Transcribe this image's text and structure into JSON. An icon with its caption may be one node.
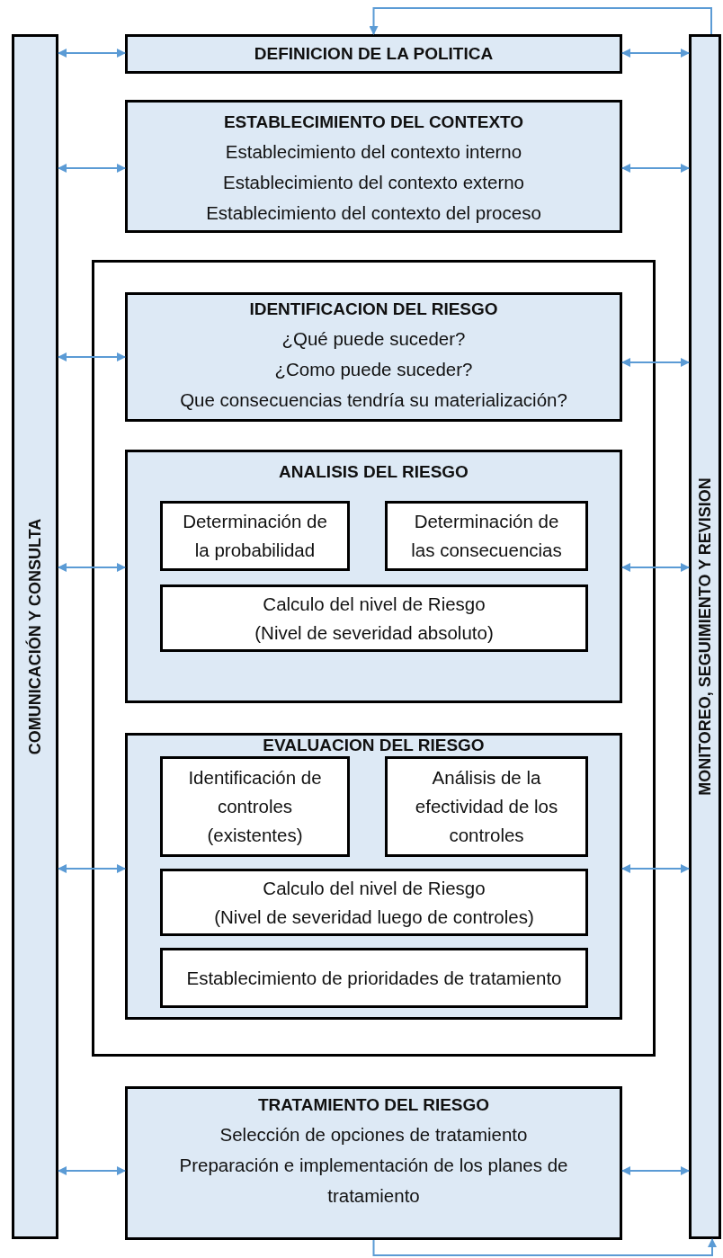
{
  "diagram": {
    "nodes": [
      {
        "text": [
          "COMUNICACIÓN Y CONSULTA"
        ]
      },
      {
        "text": [
          "MONITOREO, SEGUIMIENTO Y REVISION"
        ]
      },
      {
        "text": [
          "DEFINICION DE LA POLITICA"
        ]
      },
      {
        "text": [
          "ESTABLECIMIENTO DEL CONTEXTO",
          "Establecimiento del contexto interno",
          "Establecimiento del contexto externo",
          "Establecimiento del contexto del proceso"
        ]
      },
      {
        "text": [],
        "shape": "box"
      },
      {
        "text": [
          "IDENTIFICACION DEL RIESGO",
          "¿Qué puede suceder?",
          "¿Como puede suceder?",
          "Que consecuencias tendría su materialización?"
        ],
        "in": 4
      },
      {
        "text": [
          "ANALISIS DEL RIESGO"
        ],
        "in": 4
      },
      {
        "text": [
          "Determinación de la probabilidad"
        ],
        "in": 6
      },
      {
        "text": [
          "Determinación de las consecuencias"
        ],
        "in": 6
      },
      {
        "text": [
          "Calculo del nivel de Riesgo",
          "(Nivel de severidad absoluto)"
        ],
        "in": 6
      },
      {
        "text": [
          "EVALUACION DEL RIESGO"
        ],
        "in": 4
      },
      {
        "text": [
          "Identificación de controles (existentes)"
        ],
        "in": 10
      },
      {
        "text": [
          "Análisis de la efectividad de los controles"
        ],
        "in": 10
      },
      {
        "text": [
          "Calculo del nivel de Riesgo",
          "(Nivel de severidad luego de controles)"
        ],
        "in": 10
      },
      {
        "text": [
          "Establecimiento de prioridades de tratamiento"
        ],
        "in": 10
      },
      {
        "text": [
          "TRATAMIENTO DEL RIESGO",
          "Selección de opciones de tratamiento",
          "Preparación e implementación de los planes de tratamiento"
        ]
      }
    ],
    "edges": [
      {
        "from": 0,
        "to": 2,
        "arrow": "both"
      },
      {
        "from": 0,
        "to": 3,
        "arrow": "both"
      },
      {
        "from": 0,
        "to": 5,
        "arrow": "both"
      },
      {
        "from": 0,
        "to": 6,
        "arrow": "both"
      },
      {
        "from": 0,
        "to": 10,
        "arrow": "both"
      },
      {
        "from": 0,
        "to": 15,
        "arrow": "both"
      },
      {
        "from": 2,
        "to": 1,
        "arrow": "both"
      },
      {
        "from": 3,
        "to": 1,
        "arrow": "both"
      },
      {
        "from": 5,
        "to": 1,
        "arrow": "both"
      },
      {
        "from": 6,
        "to": 1,
        "arrow": "both"
      },
      {
        "from": 10,
        "to": 1,
        "arrow": "both"
      },
      {
        "from": 15,
        "to": 1,
        "arrow": "both"
      },
      {
        "from": 1,
        "to": 2,
        "arrow": "to"
      },
      {
        "from": 15,
        "to": 1,
        "arrow": "to"
      }
    ]
  }
}
